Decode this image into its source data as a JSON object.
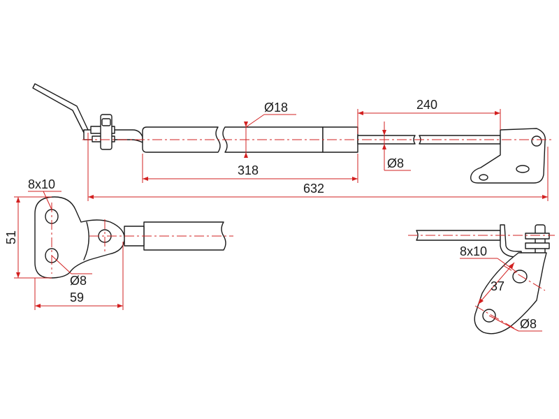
{
  "dimensions": {
    "rod_diameter_top": "Ø18",
    "stroke_length": "240",
    "tube_length": "318",
    "piston_diameter": "Ø8",
    "total_length": "632",
    "bracket_slot_left": "8x10",
    "bracket_height_left": "51",
    "bracket_hole_left": "Ø8",
    "bracket_width_left": "59",
    "bracket_slot_right": "8x10",
    "bracket_spacing_right": "37",
    "bracket_hole_right": "Ø8"
  },
  "colors": {
    "outline": "#1a1a1a",
    "dimension": "#d22020"
  }
}
